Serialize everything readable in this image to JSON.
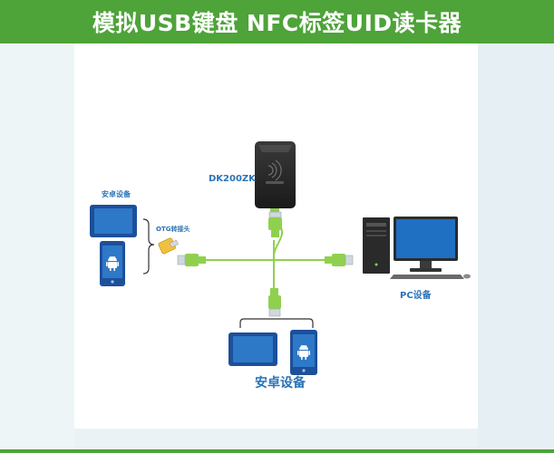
{
  "header": {
    "title": "模拟USB键盘 NFC标签UID读卡器"
  },
  "labels": {
    "reader_model": "DK200ZK",
    "left_devices": "安卓设备",
    "otg_adapter": "OTG转接头",
    "pc_device": "PC设备",
    "bottom_devices": "安卓设备"
  },
  "colors": {
    "banner": "#4ea339",
    "cable": "#8fd14f",
    "label_blue": "#2a73b8",
    "device_border": "#1d4f9a",
    "device_screen": "#2e78c8",
    "reader_body": "#2a2a2a"
  },
  "icons": [
    "nfc-reader-icon",
    "tablet-icon",
    "android-phone-icon",
    "otg-adapter-icon",
    "usb-plug-icon",
    "desktop-pc-icon"
  ]
}
